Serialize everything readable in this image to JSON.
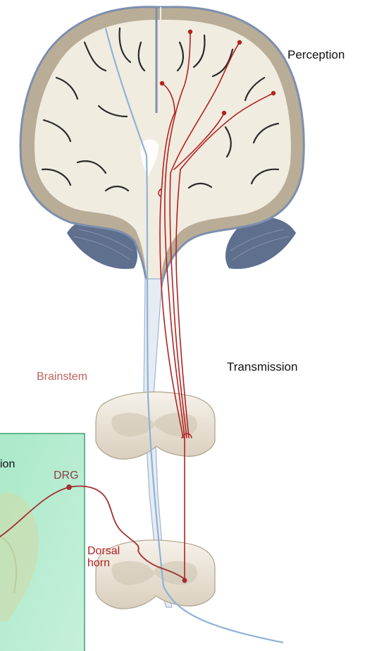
{
  "labels": {
    "perception": "Perception",
    "transmission": "Transmission",
    "brainstem": "Brainstem",
    "drg": "DRG",
    "dorsal_horn_line1": "Dorsal",
    "dorsal_horn_line2": "horn",
    "inset_partial": "ion"
  },
  "colors": {
    "pathway": "#b22222",
    "ascending_blue": "#8fb2d8",
    "cortex_gray": "#b9ad97",
    "tissue": "#f1ece0",
    "cerebellum": "#5f6f8e",
    "inset_bg": "#b8ecd2",
    "inset_border": "#3aa36d"
  }
}
